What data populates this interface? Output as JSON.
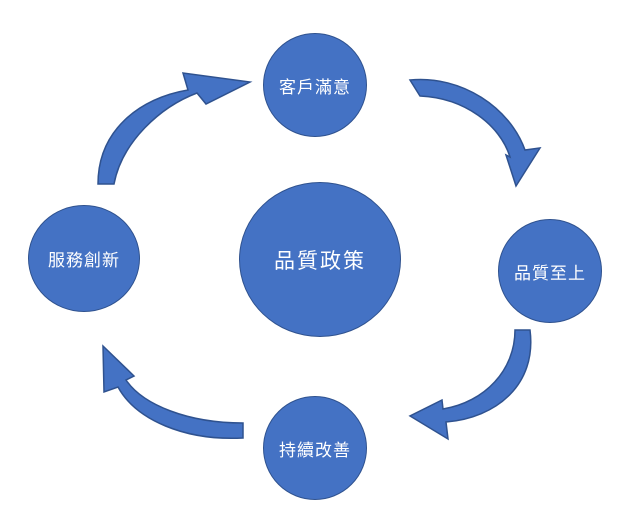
{
  "diagram": {
    "center": {
      "label": "品質政策"
    },
    "nodes": {
      "top": {
        "label": "客戶滿意"
      },
      "right": {
        "label": "品質至上"
      },
      "bottom": {
        "label": "持續改善"
      },
      "left": {
        "label": "服務創新"
      }
    }
  },
  "colors": {
    "fill": "#4472C4",
    "outline": "#2F528F",
    "text": "#ffffff"
  }
}
